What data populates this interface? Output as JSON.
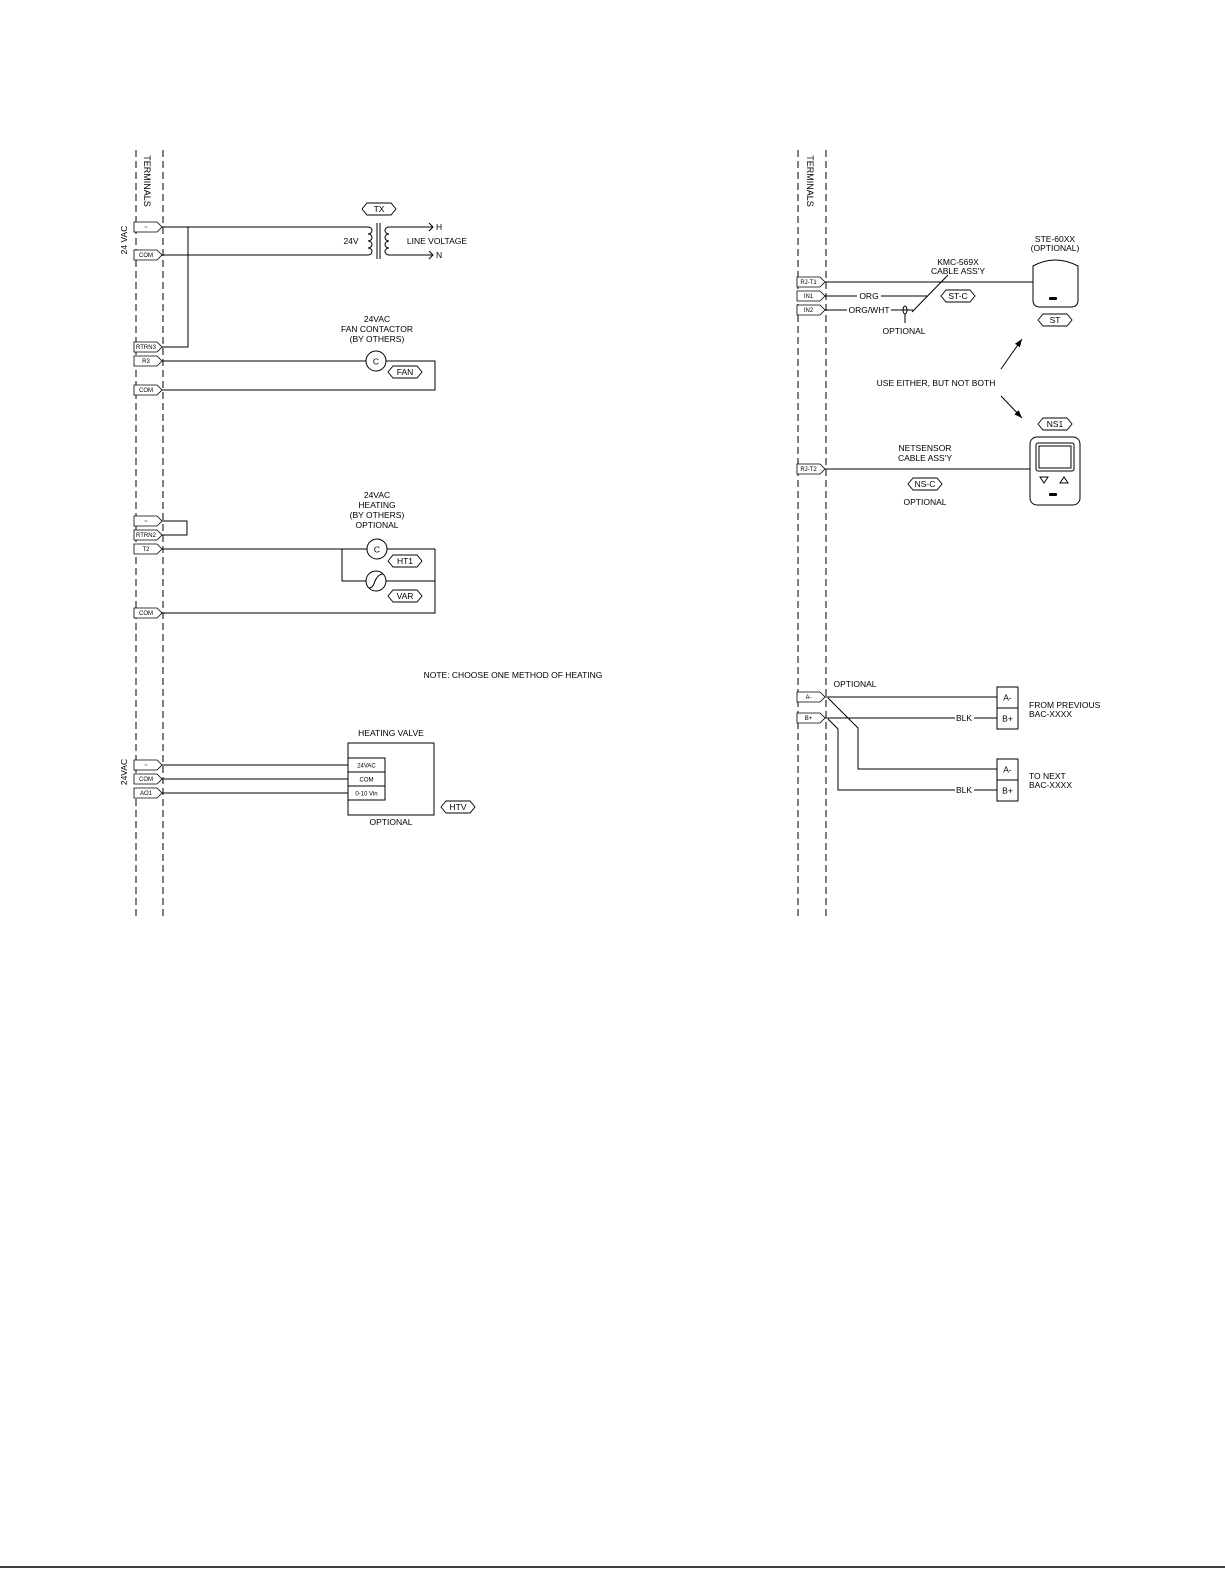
{
  "left_panel": {
    "terminals_heading": "TERMINALS",
    "supply_top": "24 VAC",
    "supply_bottom": "24VAC",
    "terminals": [
      "~",
      "COM",
      "RTRN3",
      "R3",
      "COM",
      "~",
      "RTRN2",
      "T2",
      "COM",
      "~",
      "COM",
      "AO1"
    ],
    "transformer": {
      "tag": "TX",
      "secondary": "24V",
      "primary": "LINE VOLTAGE",
      "hot": "H",
      "neutral": "N"
    },
    "fan_contactor": {
      "caption": [
        "24VAC",
        "FAN CONTACTOR",
        "(BY OTHERS)"
      ],
      "coil": "C",
      "tag": "FAN"
    },
    "heating": {
      "caption": [
        "24VAC",
        "HEATING",
        "(BY OTHERS)",
        "OPTIONAL"
      ],
      "coil": "C",
      "relay_tag": "HT1",
      "variable_tag": "VAR"
    },
    "note": "NOTE:  CHOOSE  ONE  METHOD  OF  HEATING",
    "heating_valve": {
      "title": "HEATING  VALVE",
      "pins": [
        "24VAC",
        "COM",
        "0-10 Vin"
      ],
      "tag": "HTV",
      "caption": "OPTIONAL"
    }
  },
  "right_panel": {
    "terminals_heading": "TERMINALS",
    "terminals": [
      "RJ-T1",
      "IN1",
      "IN2",
      "RJ-T2",
      "A-",
      "B+"
    ],
    "kmc_cable": {
      "caption": [
        "KMC-569X",
        "CABLE ASS'Y"
      ],
      "wire_colors": [
        "ORG",
        "ORG/WHT"
      ],
      "tag": "ST-C",
      "optional": "OPTIONAL"
    },
    "sensor": {
      "caption": [
        "STE-60XX",
        "(OPTIONAL)"
      ],
      "tag": "ST"
    },
    "choice_note": "USE  EITHER,  BUT  NOT  BOTH",
    "netsensor": {
      "tag": "NS1"
    },
    "netsensor_cable": {
      "caption": [
        "NETSENSOR",
        "CABLE ASS'Y"
      ],
      "tag": "NS-C",
      "optional": "OPTIONAL"
    },
    "network": {
      "optional": "OPTIONAL",
      "from": {
        "pins": [
          "A-",
          "B+"
        ],
        "caption": [
          "FROM  PREVIOUS",
          "BAC-XXXX"
        ],
        "wire_color": "BLK"
      },
      "to": {
        "pins": [
          "A-",
          "B+"
        ],
        "caption": [
          "TO  NEXT",
          "BAC-XXXX"
        ],
        "wire_color": "BLK"
      }
    }
  }
}
